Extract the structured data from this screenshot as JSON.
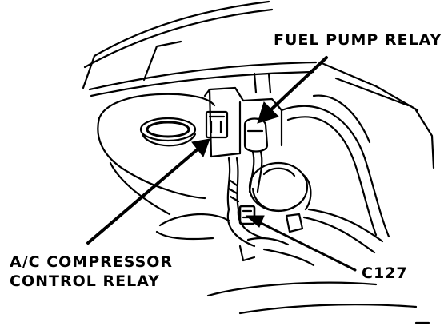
{
  "labels": {
    "fuel_pump_relay": "FUEL PUMP RELAY",
    "ac_relay_line1": "A/C COMPRESSOR",
    "ac_relay_line2": "CONTROL RELAY",
    "connector": "C127"
  },
  "colors": {
    "ink": "#000000",
    "paper": "#ffffff"
  }
}
